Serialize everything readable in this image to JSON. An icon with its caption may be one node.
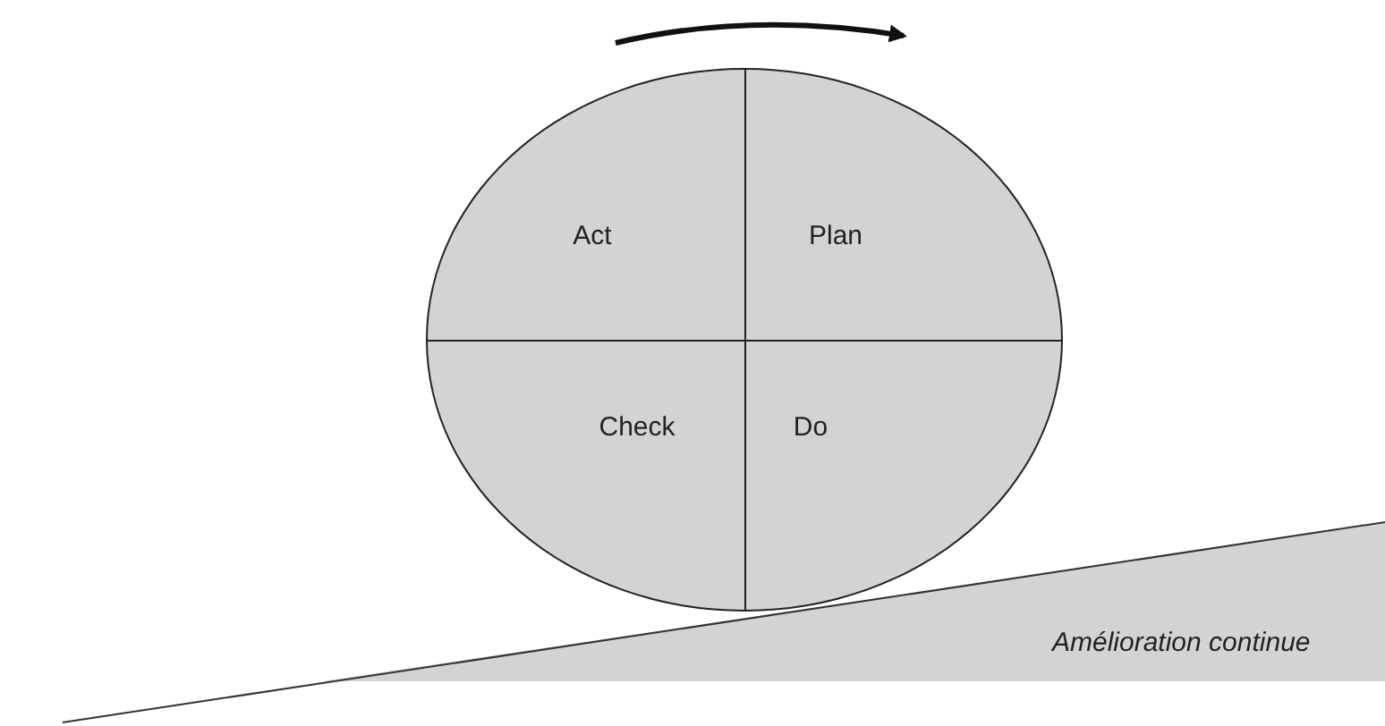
{
  "diagram": {
    "nodes": [
      {
        "text": [],
        "shape": "circle"
      },
      {
        "text": [
          "Act"
        ],
        "in": 0
      },
      {
        "text": [
          "Plan"
        ],
        "in": 0
      },
      {
        "text": [
          "Check"
        ],
        "in": 0
      },
      {
        "text": [
          "Do"
        ],
        "in": 0
      },
      {
        "text": [
          "Amélioration continue"
        ]
      }
    ],
    "edges": []
  }
}
